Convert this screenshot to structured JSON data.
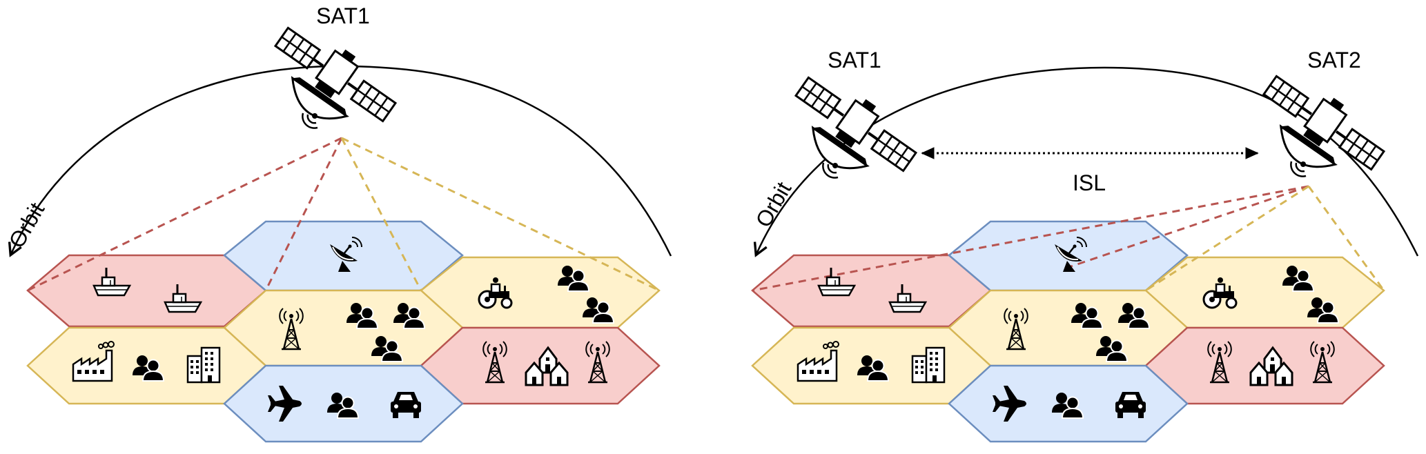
{
  "left_panel": {
    "satellite_label": "SAT1",
    "orbit_label": "Orbit"
  },
  "right_panel": {
    "satellite1_label": "SAT1",
    "satellite2_label": "SAT2",
    "isl_label": "ISL",
    "orbit_label": "Orbit"
  },
  "colors": {
    "red_fill": "#f8cecc",
    "red_stroke": "#b85450",
    "blue_fill": "#dae8fc",
    "blue_stroke": "#6c8ebf",
    "yellow_fill": "#fff2cc",
    "yellow_stroke": "#d6b656",
    "beam_red": "#b85450",
    "beam_yellow": "#d6b656"
  },
  "cells": [
    {
      "id": "cell-maritime",
      "color": "red",
      "icons": [
        "ship-icon",
        "ship-icon"
      ]
    },
    {
      "id": "cell-ground-station",
      "color": "blue",
      "icons": [
        "satellite-dish-icon"
      ]
    },
    {
      "id": "cell-agriculture",
      "color": "yellow",
      "icons": [
        "tractor-icon",
        "users-icon",
        "users-icon"
      ]
    },
    {
      "id": "cell-urban-cellular",
      "color": "yellow",
      "icons": [
        "cell-tower-icon",
        "users-icon",
        "users-icon",
        "users-icon"
      ]
    },
    {
      "id": "cell-industry",
      "color": "yellow",
      "icons": [
        "factory-icon",
        "users-icon",
        "office-building-icon"
      ]
    },
    {
      "id": "cell-residential",
      "color": "red",
      "icons": [
        "cell-tower-icon",
        "houses-icon",
        "cell-tower-icon"
      ]
    },
    {
      "id": "cell-transport",
      "color": "blue",
      "icons": [
        "airplane-icon",
        "users-icon",
        "car-icon"
      ]
    }
  ]
}
